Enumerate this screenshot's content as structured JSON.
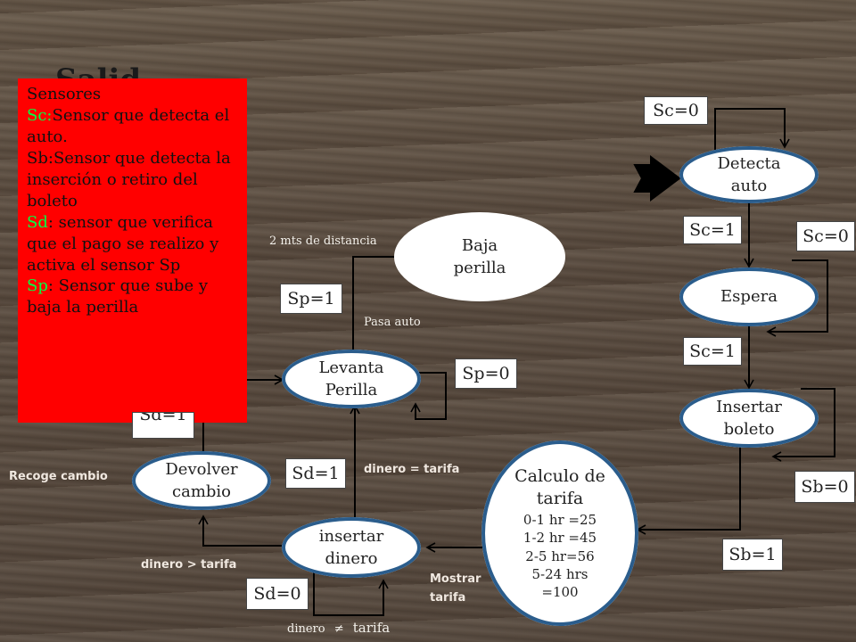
{
  "title_partial": "Salid",
  "legend": {
    "heading": "Sensores",
    "items": [
      {
        "key": "Sc",
        "sep": ":",
        "text": "Sensor que detecta el auto."
      },
      {
        "key": "Sb",
        "sep": ":",
        "text": "Sensor que detecta la inserción o retiro del boleto"
      },
      {
        "key": "Sd",
        "sep": ":",
        "text": " sensor que verifica que el pago se realizo y activa el sensor Sp"
      },
      {
        "key": "Sp",
        "sep": ":",
        "text": " Sensor que sube y baja la perilla"
      }
    ]
  },
  "states": {
    "detecta": "Detecta auto",
    "espera": "Espera",
    "insertar_boleto": "Insertar boleto",
    "calculo_title": "Calculo de tarifa",
    "calculo_lines": [
      "0-1 hr =25",
      "1-2 hr =45",
      "2-5 hr=56",
      "5-24 hrs",
      "=100"
    ],
    "insertar_dinero": "insertar dinero",
    "devolver": "Devolver cambio",
    "levanta": "Levanta Perilla",
    "baja": "Baja perilla"
  },
  "conditions": {
    "sc0_top": "Sc=0",
    "sc1_a": "Sc=1",
    "sc0_right": "Sc=0",
    "sc1_b": "Sc=1",
    "sb0": "Sb=0",
    "sb1": "Sb=1",
    "sd1": "Sd=1",
    "sd0": "Sd=0",
    "sp1": "Sp=1",
    "sp0": "Sp=0",
    "hidden_partial": "Sd=1"
  },
  "annotations": {
    "distancia": "2 mts de distancia",
    "pasa": "Pasa auto",
    "dinero_igual": "dinero = tarifa",
    "recoge": "Recoge cambio",
    "dinero_mayor": "dinero > tarifa",
    "mostrar": "Mostrar tarifa",
    "dinero_distinto_a": "dinero",
    "dinero_distinto_sym": "≠",
    "dinero_distinto_b": "tarifa"
  }
}
